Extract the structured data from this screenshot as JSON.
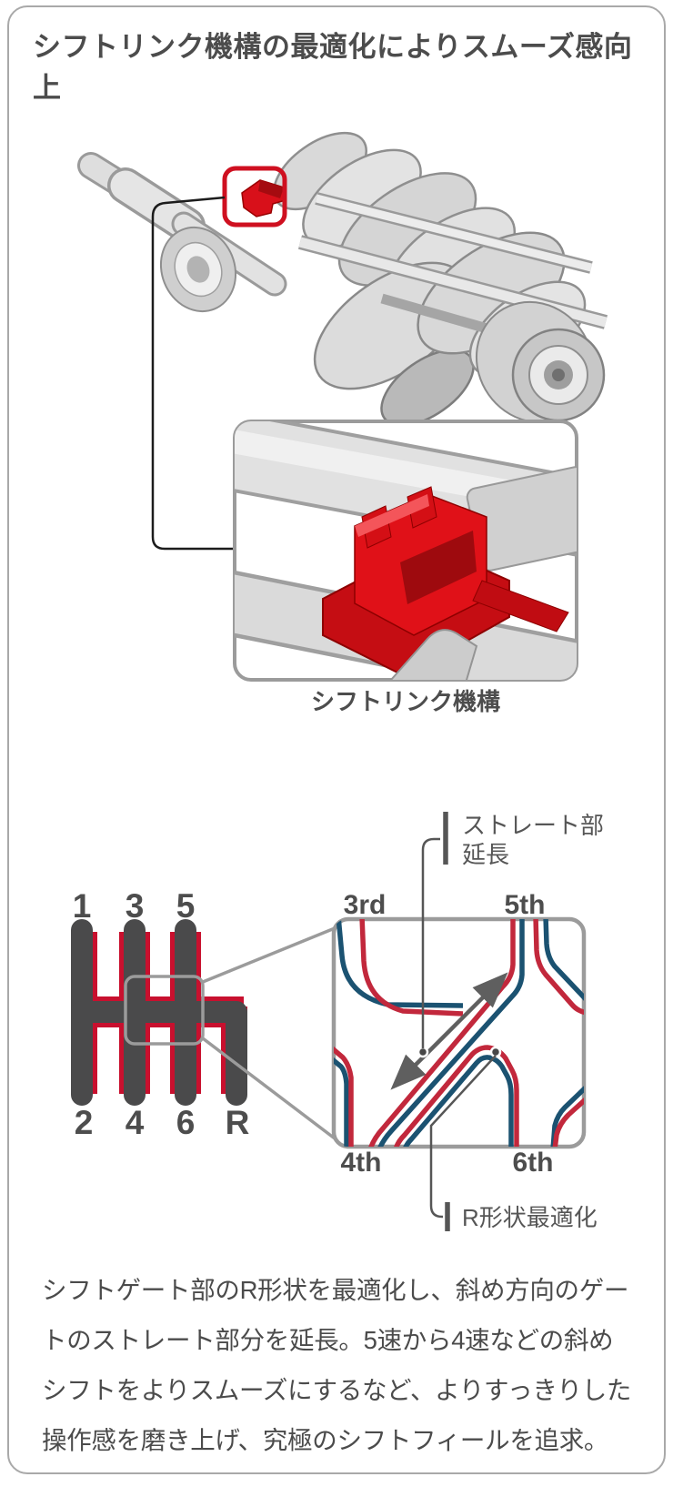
{
  "title": "シフトリンク機構の最適化によりスムーズ感向上",
  "gearbox_figure": {
    "caption": "シフトリンク機構"
  },
  "shift_pattern": {
    "gears_top": [
      "1",
      "3",
      "5"
    ],
    "gears_bottom": [
      "2",
      "4",
      "6",
      "R"
    ],
    "inset_labels": {
      "top_left": "3rd",
      "top_right": "5th",
      "bottom_left": "4th",
      "bottom_right": "6th"
    },
    "annotation_straight": {
      "line1": "ストレート部",
      "line2": "延長"
    },
    "annotation_r": "R形状最適化"
  },
  "body_text": "シフトゲート部のR形状を最適化し、斜め方向のゲートのストレート部分を延長。5速から4速などの斜めシフトをよりスムーズにするなど、よりすっきりした操作感を磨き上げ、究極のシフトフィールを追求。",
  "colors": {
    "highlight_red": "#D50F16",
    "gate_line_red": "#C2283C",
    "gate_line_navy": "#1B5271",
    "pattern_bar_gray": "#4A4A4B",
    "border_gray": "#9B9B9B",
    "text_gray": "#4C4C4C",
    "arrow_gray": "#5F5F5F"
  }
}
